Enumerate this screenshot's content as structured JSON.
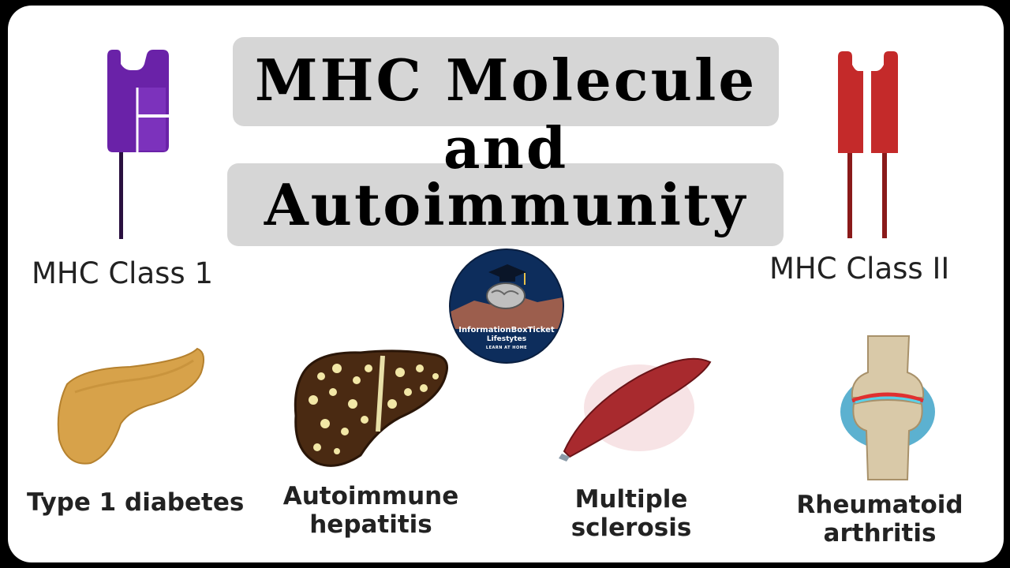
{
  "title": {
    "line1": "MHC Molecule",
    "line2": "and",
    "line3": "Autoimmunity"
  },
  "molecules": {
    "class1": {
      "label": "MHC Class 1",
      "color": "#6a22a8",
      "icon": "mhc-class-1-molecule"
    },
    "class2": {
      "label": "MHC Class II",
      "color": "#c42a2a",
      "icon": "mhc-class-2-molecule"
    }
  },
  "logo": {
    "name": "InformationBoxTicket",
    "subtitle": "Lifestytes",
    "tagline": "LEARN AT HOME",
    "icon": "graduation-cap-brain-logo"
  },
  "diseases": [
    {
      "line1": "Type 1 diabetes",
      "line2": "",
      "icon": "pancreas-icon"
    },
    {
      "line1": "Autoimmune",
      "line2": "hepatitis",
      "icon": "liver-icon"
    },
    {
      "line1": "Multiple",
      "line2": "sclerosis",
      "icon": "muscle-icon"
    },
    {
      "line1": "Rheumatoid",
      "line2": "arthritis",
      "icon": "knee-joint-icon"
    }
  ]
}
